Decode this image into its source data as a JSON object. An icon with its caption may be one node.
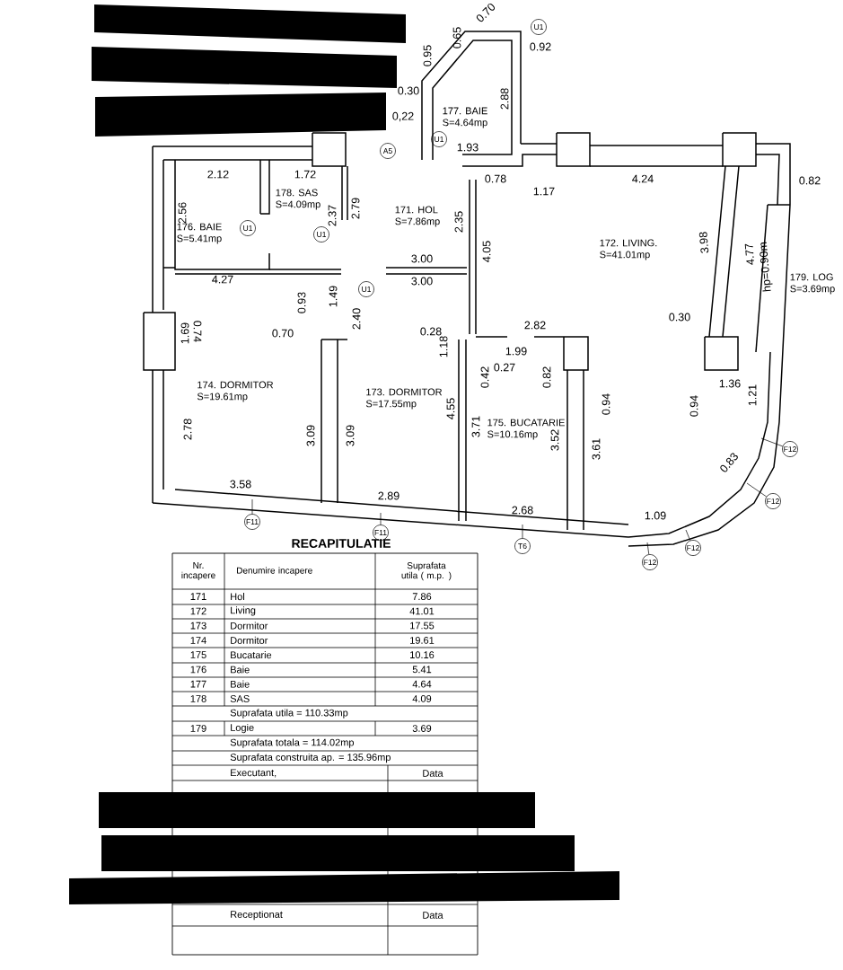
{
  "diagram": {
    "nodes": [
      {
        "text": [
          "177. BAIE",
          "S=4.64mp"
        ]
      },
      {
        "text": [
          "178. SAS",
          "S=4.09mp"
        ]
      },
      {
        "text": [
          "176. BAIE",
          "S=5.41mp"
        ]
      },
      {
        "text": [
          "171. HOL",
          "S=7.86mp"
        ]
      },
      {
        "text": [
          "172. LIVING.",
          "S=41.01mp"
        ]
      },
      {
        "text": [
          "179. LOG",
          "S=3.69mp"
        ]
      },
      {
        "text": [
          "174. DORMITOR",
          "S=19.61mp"
        ]
      },
      {
        "text": [
          "173. DORMITOR",
          "S=17.55mp"
        ]
      },
      {
        "text": [
          "175. BUCATARIE",
          "S=10.16mp"
        ]
      },
      {
        "text": [
          "F11"
        ]
      },
      {
        "text": [
          "F11"
        ]
      },
      {
        "text": [
          "T6"
        ]
      },
      {
        "text": [
          "F12"
        ]
      },
      {
        "text": [
          "F12"
        ]
      },
      {
        "text": [
          "F12"
        ]
      },
      {
        "text": [
          "F12"
        ]
      }
    ],
    "edges": [
      {
        "from": 9,
        "to": null,
        "arrow": "none"
      },
      {
        "from": 10,
        "to": null,
        "arrow": "none"
      },
      {
        "from": 11,
        "to": null,
        "arrow": "none"
      },
      {
        "from": 12,
        "to": null,
        "arrow": "none"
      },
      {
        "from": 13,
        "to": null,
        "arrow": "none"
      },
      {
        "from": 14,
        "to": null,
        "arrow": "none"
      },
      {
        "from": 15,
        "to": null,
        "arrow": "none"
      }
    ],
    "labels": [
      "0.70",
      "0.65",
      "0.95",
      "0.92",
      "0.30",
      "2.88",
      "0,22",
      "1.93",
      "2.12",
      "1.72",
      "2.56",
      "2.37",
      "2.79",
      "2.35",
      "0.78",
      "1.17",
      "4.24",
      "0.82",
      "3.98",
      "4.77",
      "hp=0.90m",
      "4.05",
      "3.00",
      "4.27",
      "3.00",
      "0.93",
      "1.49",
      "1.69",
      "0.74",
      "0.70",
      "2.40",
      "0.28",
      "1.18",
      "2.82",
      "0.30",
      "1.99",
      "0.27",
      "0.42",
      "0.82",
      "0.94",
      "1.36",
      "0.94",
      "1.21",
      "2.78",
      "3.09",
      "3.09",
      "4.55",
      "3.71",
      "3.52",
      "3.61",
      "0.83",
      "3.58",
      "2.89",
      "2.68",
      "1.09",
      "U1",
      "A5",
      "U1",
      "U1",
      "U1",
      "U1",
      "RECAPITULATIE",
      "Nr. incapere",
      "Denumire incapere",
      "Suprafata utila ( m.p. )",
      "171",
      "Hol",
      "7.86",
      "172",
      "Living",
      "41.01",
      "173",
      "Dormitor",
      "17.55",
      "174",
      "Dormitor",
      "19.61",
      "175",
      "Bucatarie",
      "10.16",
      "176",
      "Baie",
      "5.41",
      "177",
      "Baie",
      "4.64",
      "178",
      "SAS",
      "4.09",
      "Suprafata utila = 110.33mp",
      "179",
      "Logie",
      "3.69",
      "Suprafata totala = 114.02mp",
      "Suprafata construita ap. = 135.96mp",
      "Executant,",
      "Data",
      "Receptionat",
      "Data"
    ]
  }
}
